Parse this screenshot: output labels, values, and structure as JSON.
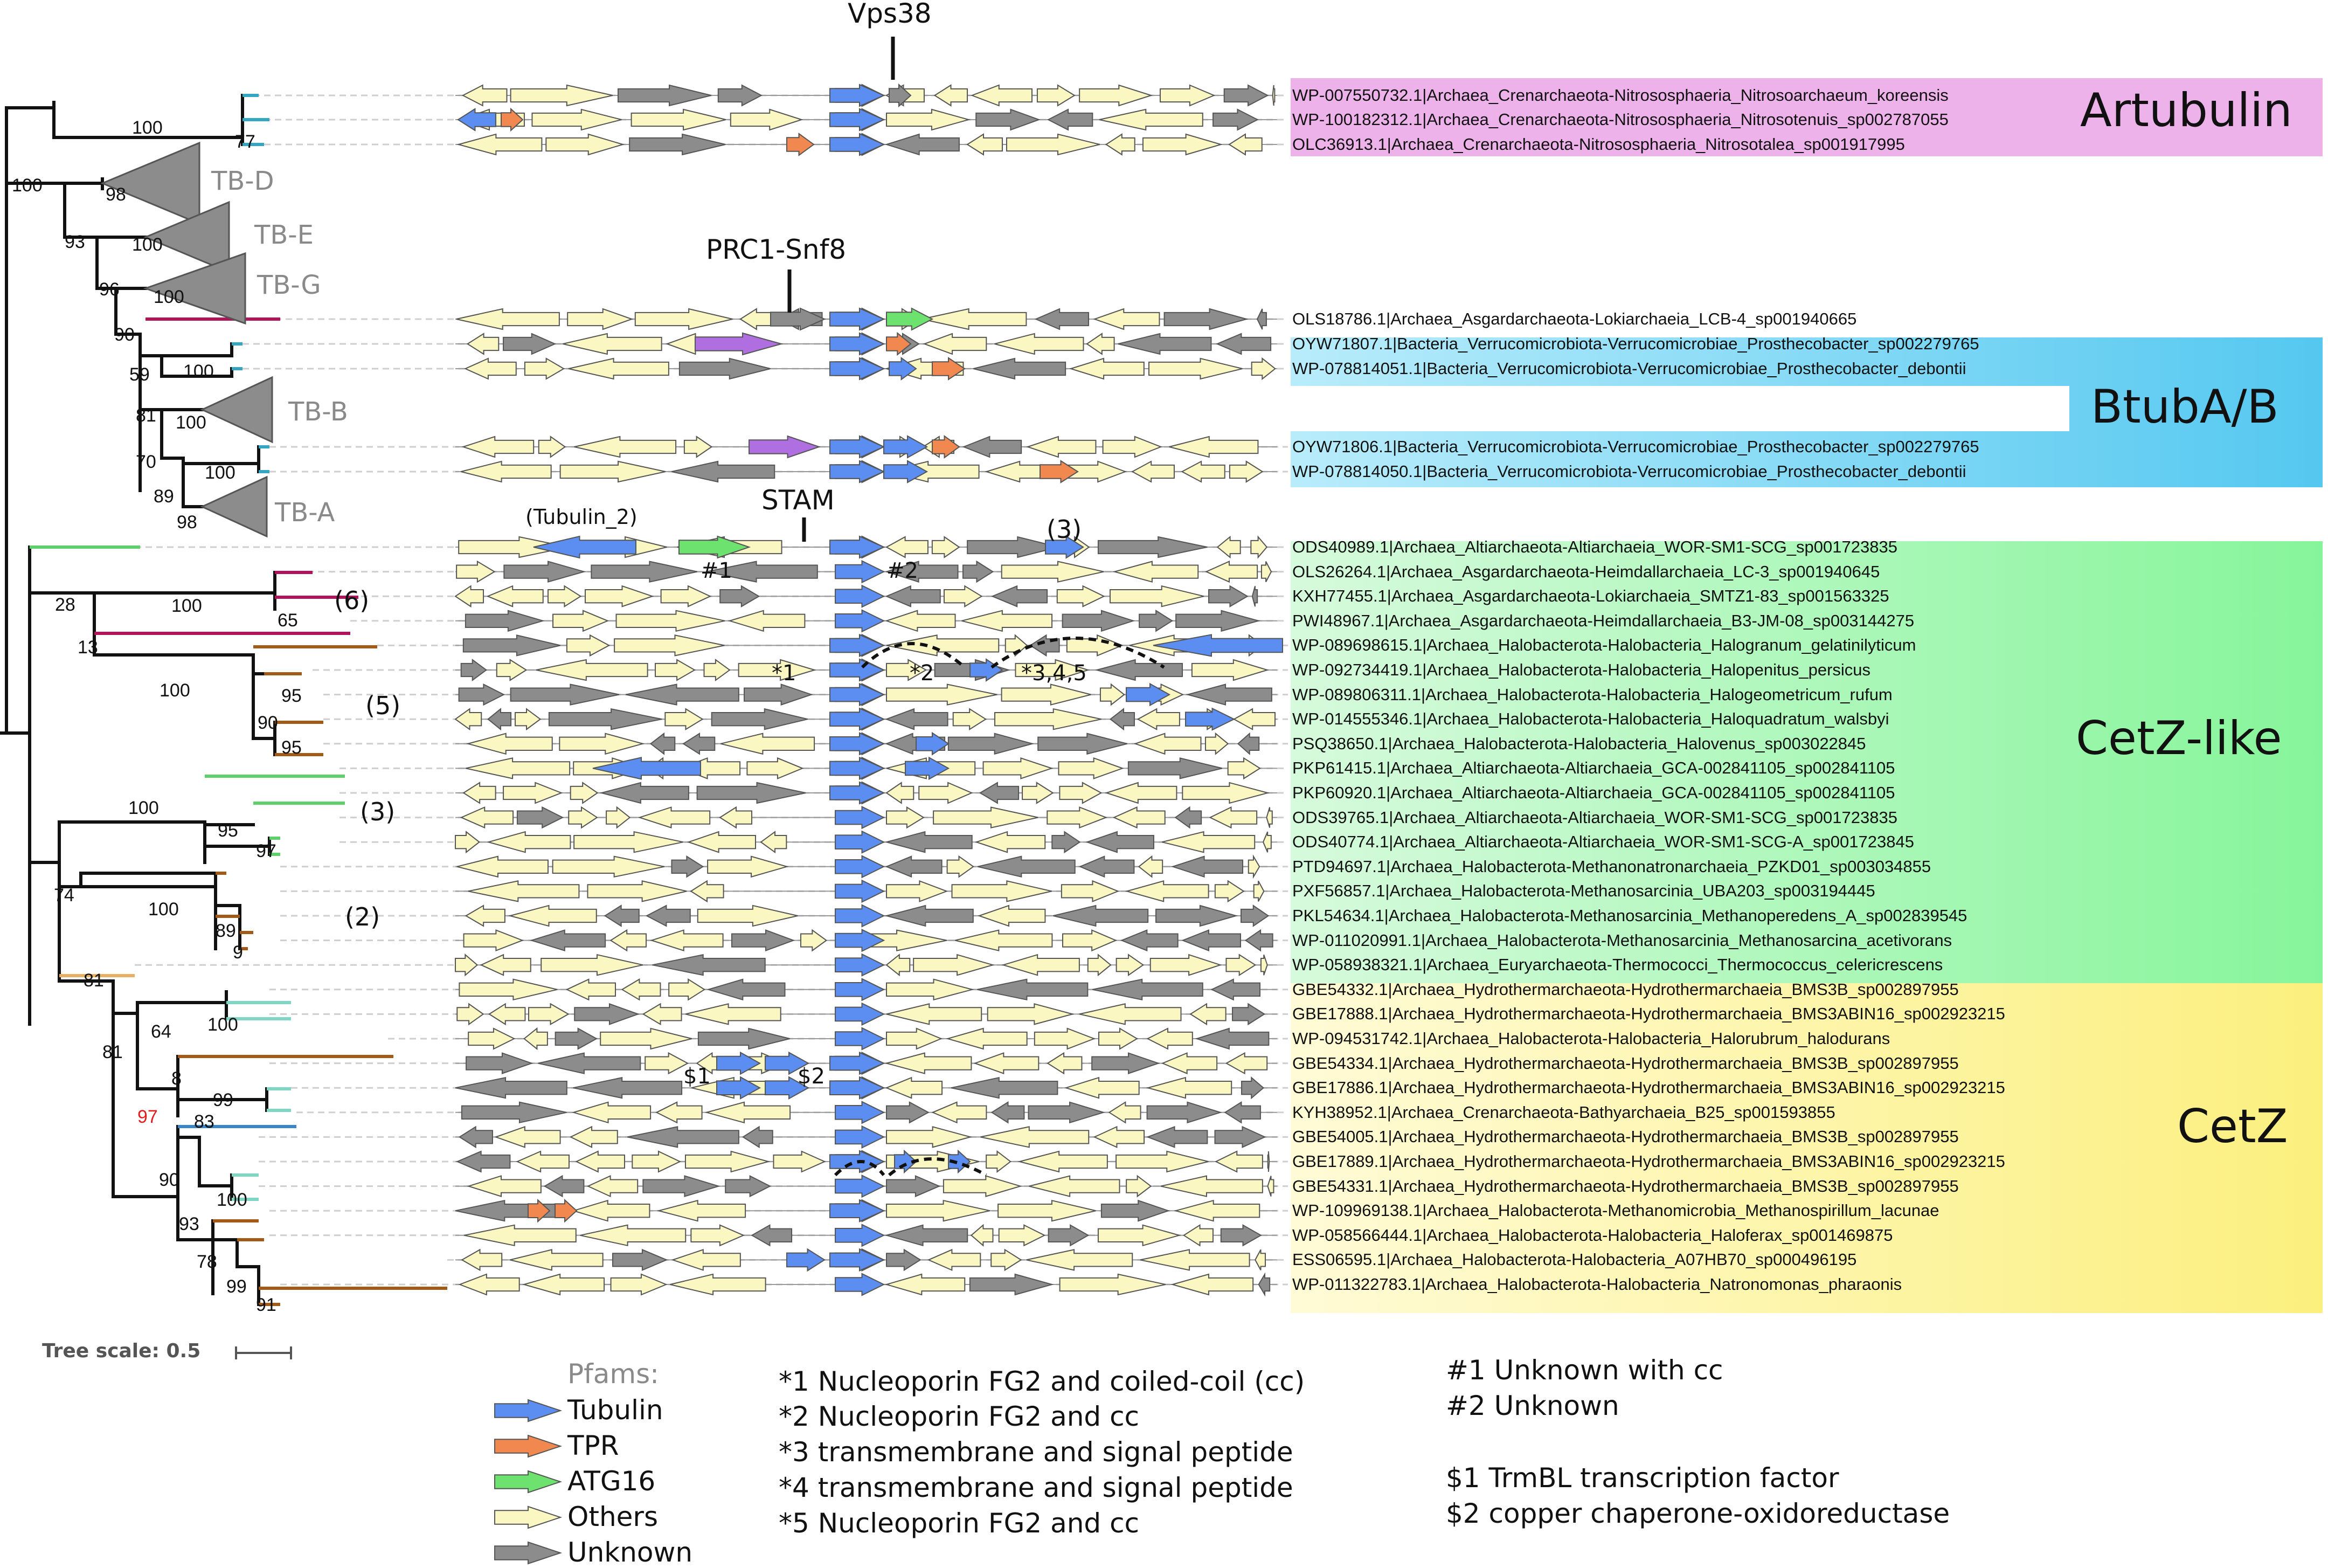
{
  "bands": [
    {
      "label": "Artubulin",
      "color": "#eeb2ea"
    },
    {
      "label": "BtubA/B",
      "color": "#55c8f0"
    },
    {
      "label": "CetZ-like",
      "color": "#86f59a"
    },
    {
      "label": "CetZ",
      "color": "#fbef7e"
    }
  ],
  "accessions": [
    "WP-007550732.1|Archaea_Crenarchaeota-Nitrososphaeria_Nitrosoarchaeum_koreensis",
    "WP-100182312.1|Archaea_Crenarchaeota-Nitrososphaeria_Nitrosotenuis_sp002787055",
    "OLC36913.1|Archaea_Crenarchaeota-Nitrososphaeria_Nitrosotalea_sp001917995",
    "OLS18786.1|Archaea_Asgardarchaeota-Lokiarchaeia_LCB-4_sp001940665",
    "OYW71807.1|Bacteria_Verrucomicrobiota-Verrucomicrobiae_Prosthecobacter_sp002279765",
    "WP-078814051.1|Bacteria_Verrucomicrobiota-Verrucomicrobiae_Prosthecobacter_debontii",
    "OYW71806.1|Bacteria_Verrucomicrobiota-Verrucomicrobiae_Prosthecobacter_sp002279765",
    "WP-078814050.1|Bacteria_Verrucomicrobiota-Verrucomicrobiae_Prosthecobacter_debontii",
    "ODS40989.1|Archaea_Altiarchaeota-Altiarchaeia_WOR-SM1-SCG_sp001723835",
    "OLS26264.1|Archaea_Asgardarchaeota-Heimdallarchaeia_LC-3_sp001940645",
    "KXH77455.1|Archaea_Asgardarchaeota-Lokiarchaeia_SMTZ1-83_sp001563325",
    "PWI48967.1|Archaea_Asgardarchaeota-Heimdallarchaeia_B3-JM-08_sp003144275",
    "WP-089698615.1|Archaea_Halobacterota-Halobacteria_Halogranum_gelatinilyticum",
    "WP-092734419.1|Archaea_Halobacterota-Halobacteria_Halopenitus_persicus",
    "WP-089806311.1|Archaea_Halobacterota-Halobacteria_Halogeometricum_rufum",
    "WP-014555346.1|Archaea_Halobacterota-Halobacteria_Haloquadratum_walsbyi",
    "PSQ38650.1|Archaea_Halobacterota-Halobacteria_Halovenus_sp003022845",
    "PKP61415.1|Archaea_Altiarchaeota-Altiarchaeia_GCA-002841105_sp002841105",
    "PKP60920.1|Archaea_Altiarchaeota-Altiarchaeia_GCA-002841105_sp002841105",
    "ODS39765.1|Archaea_Altiarchaeota-Altiarchaeia_WOR-SM1-SCG_sp001723835",
    "ODS40774.1|Archaea_Altiarchaeota-Altiarchaeia_WOR-SM1-SCG-A_sp001723845",
    "PTD94697.1|Archaea_Halobacterota-Methanonatronarchaeia_PZKD01_sp003034855",
    "PXF56857.1|Archaea_Halobacterota-Methanosarcinia_UBA203_sp003194445",
    "PKL54634.1|Archaea_Halobacterota-Methanosarcinia_Methanoperedens_A_sp002839545",
    "WP-011020991.1|Archaea_Halobacterota-Methanosarcinia_Methanosarcina_acetivorans",
    "WP-058938321.1|Archaea_Euryarchaeota-Thermococci_Thermococcus_celericrescens",
    "GBE54332.1|Archaea_Hydrothermarchaeota-Hydrothermarchaeia_BMS3B_sp002897955",
    "GBE17888.1|Archaea_Hydrothermarchaeota-Hydrothermarchaeia_BMS3ABIN16_sp002923215",
    "WP-094531742.1|Archaea_Halobacterota-Halobacteria_Halorubrum_halodurans",
    "GBE54334.1|Archaea_Hydrothermarchaeota-Hydrothermarchaeia_BMS3B_sp002897955",
    "GBE17886.1|Archaea_Hydrothermarchaeota-Hydrothermarchaeia_BMS3ABIN16_sp002923215",
    "KYH38952.1|Archaea_Crenarchaeota-Bathyarchaeia_B25_sp001593855",
    "GBE54005.1|Archaea_Hydrothermarchaeota-Hydrothermarchaeia_BMS3B_sp002897955",
    "GBE17889.1|Archaea_Hydrothermarchaeota-Hydrothermarchaeia_BMS3ABIN16_sp002923215",
    "GBE54331.1|Archaea_Hydrothermarchaeota-Hydrothermarchaeia_BMS3B_sp002897955",
    "WP-109969138.1|Archaea_Halobacterota-Methanomicrobia_Methanospirillum_lacunae",
    "WP-058566444.1|Archaea_Halobacterota-Halobacteria_Haloferax_sp001469875",
    "ESS06595.1|Archaea_Halobacterota-Halobacteria_A07HB70_sp000496195",
    "WP-011322783.1|Archaea_Halobacterota-Halobacteria_Natronomonas_pharaonis"
  ],
  "clades": {
    "tbd": "TB-D",
    "tbe": "TB-E",
    "tbg": "TB-G",
    "tbb": "TB-B",
    "tba": "TB-A"
  },
  "bootstrap": {
    "b100a": "100",
    "b77": "77",
    "b100b": "100",
    "b98a": "98",
    "b93a": "93",
    "b100c": "100",
    "b96": "96",
    "b100d": "100",
    "b90a": "90",
    "b59": "59",
    "b100e": "100",
    "b81a": "81",
    "b100f": "100",
    "b70": "70",
    "b100g": "100",
    "b89a": "89",
    "b98b": "98",
    "b28": "28",
    "b100h": "100",
    "b65": "65",
    "b13": "13",
    "b100i": "100",
    "b95a": "95",
    "b90b": "90",
    "b95b": "95",
    "b100j": "100",
    "b95c": "95",
    "b97a": "97",
    "b74": "74",
    "b100k": "100",
    "b89b": "89",
    "b9": "9",
    "b81b": "81",
    "b64": "64",
    "b100l": "100",
    "b81c": "81",
    "b8": "8",
    "b99a": "99",
    "b97red": "97",
    "b83": "83",
    "b90c": "90",
    "b100m": "100",
    "b93b": "93",
    "b78": "78",
    "b99b": "99",
    "b91": "91"
  },
  "counts": {
    "c6": "(6)",
    "c5": "(5)",
    "c3a": "(3)",
    "c2": "(2)",
    "c3b": "(3)"
  },
  "annotations": {
    "vps38": "Vps38",
    "prc1": "PRC1-Snf8",
    "stam": "STAM",
    "tubulin2": "(Tubulin_2)",
    "h1": "#1",
    "h2": "#2",
    "s1": "*1",
    "s2": "*2",
    "s345": "*3,4,5",
    "d1": "$1",
    "d2": "$2"
  },
  "scale": {
    "label": "Tree scale: 0.5"
  },
  "legend": {
    "title": "Pfams:",
    "items": [
      {
        "label": "Tubulin",
        "color": "#5b8ef0",
        "icon": "blue-arrow"
      },
      {
        "label": "TPR",
        "color": "#f08850",
        "icon": "orange-arrow"
      },
      {
        "label": "ATG16",
        "color": "#6ee26e",
        "icon": "green-arrow"
      },
      {
        "label": "Others",
        "color": "#fbf7c2",
        "icon": "cream-arrow"
      },
      {
        "label": "Unknown",
        "color": "#8c8c8c",
        "icon": "gray-arrow"
      }
    ],
    "notes1": [
      "*1 Nucleoporin FG2 and coiled-coil (cc)",
      "*2 Nucleoporin FG2 and cc",
      "*3 transmembrane and signal peptide",
      "*4 transmembrane and signal peptide",
      "*5 Nucleoporin FG2 and cc"
    ],
    "notes2": [
      "#1 Unknown with cc",
      "#2 Unknown"
    ],
    "notes3": [
      "$1 TrmBL transcription factor",
      "$2 copper chaperone-oxidoreductase"
    ]
  },
  "colors": {
    "tubulin": "#5b8ef0",
    "tpr": "#f08850",
    "atg16": "#6ee26e",
    "others": "#fbf7c2",
    "unknown": "#8c8c8c",
    "purple": "#b06fe0",
    "bootstrap_red": "#e02020"
  }
}
